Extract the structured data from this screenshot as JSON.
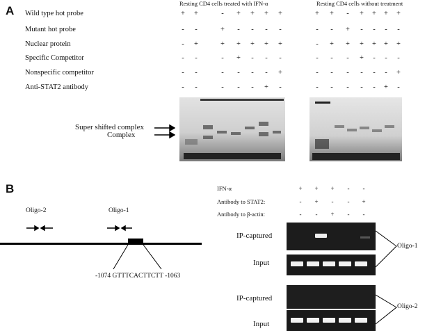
{
  "panelA": {
    "letter": "A",
    "header_left": "Resting CD4 cells treated with IFN-α",
    "header_right": "Resting CD4 cells without treatment",
    "rows": [
      {
        "label": "Wild type hot probe",
        "left": [
          "+",
          "+",
          "-",
          "+",
          "+",
          "+",
          "+"
        ],
        "right": [
          "+",
          "+",
          "-",
          "+",
          "+",
          "+",
          "+"
        ]
      },
      {
        "label": "Mutant hot probe",
        "left": [
          "-",
          "-",
          "+",
          "-",
          "-",
          "-",
          "-"
        ],
        "right": [
          "-",
          "-",
          "+",
          "-",
          "-",
          "-",
          "-"
        ]
      },
      {
        "label": "Nuclear protein",
        "left": [
          "-",
          "+",
          "+",
          "+",
          "+",
          "+",
          "+"
        ],
        "right": [
          "-",
          "+",
          "+",
          "+",
          "+",
          "+",
          "+"
        ]
      },
      {
        "label": "Specific Competitor",
        "left": [
          "-",
          "-",
          "-",
          "+",
          "-",
          "-",
          "-"
        ],
        "right": [
          "-",
          "-",
          "-",
          "+",
          "-",
          "-",
          "-"
        ]
      },
      {
        "label": "Nonspecific competitor",
        "left": [
          "-",
          "-",
          "-",
          "-",
          "-",
          "-",
          "+"
        ],
        "right": [
          "-",
          "-",
          "-",
          "-",
          "-",
          "-",
          "+"
        ]
      },
      {
        "label": "Anti-STAT2 antibody",
        "left": [
          "-",
          "-",
          "-",
          "-",
          "-",
          "+",
          "-"
        ],
        "right": [
          "-",
          "-",
          "-",
          "-",
          "-",
          "+",
          "-"
        ]
      }
    ],
    "arrow_labels": [
      "Super shifted complex",
      "Complex"
    ]
  },
  "panelB": {
    "letter": "B",
    "oligo_labels": [
      "Oligo-2",
      "Oligo-1"
    ],
    "sequence": "-1074  GTTTCACTTCTT  -1063",
    "conditions": [
      {
        "label": "IFN-α",
        "signs": [
          "+",
          "+",
          "+",
          "-",
          "-"
        ]
      },
      {
        "label": "Antibody to STAT2:",
        "signs": [
          "-",
          "+",
          "-",
          "-",
          "+"
        ]
      },
      {
        "label": "Antibody to β-actin:",
        "signs": [
          "-",
          "-",
          "+",
          "-",
          "-"
        ]
      }
    ],
    "gel_labels": {
      "ip1": "IP-captured",
      "input1": "Input",
      "ip2": "IP-captured",
      "input2": "Input"
    },
    "bracket_labels": [
      "Oligo-1",
      "Oligo-2"
    ]
  }
}
